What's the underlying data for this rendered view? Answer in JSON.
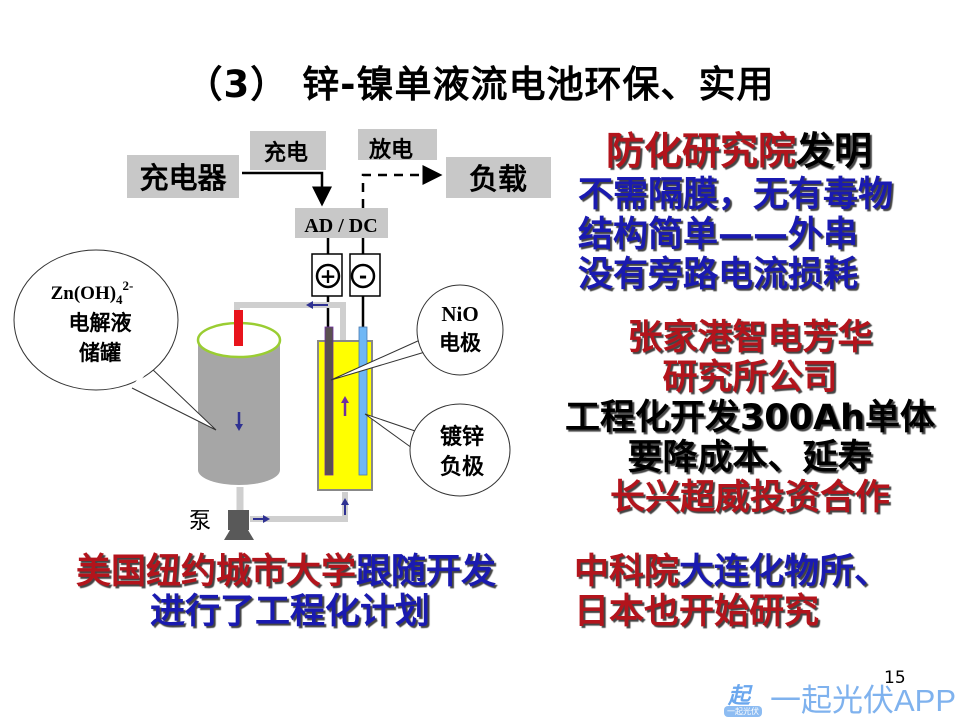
{
  "title": "（3） 锌-镍单液流电池环保、实用",
  "diagram": {
    "charger": "充电器",
    "charge": "充电",
    "discharge": "放电",
    "load": "负载",
    "converter": "AD / DC",
    "plus": "+",
    "minus": "-",
    "tank_callout": {
      "formula": "Zn(OH)",
      "sub": "4",
      "sup": "2-",
      "line2": "电解液",
      "line3": "储罐"
    },
    "nio_callout": {
      "line1": "NiO",
      "line2": "电极"
    },
    "zinc_callout": {
      "line1": "镀锌",
      "line2": "负极"
    },
    "pump": "泵"
  },
  "right": {
    "line1_red": "防化研究院",
    "line1_black": "发明",
    "line2": "不需隔膜，无有毒物",
    "line3": "结构简单——外串",
    "line4": "没有旁路电流损耗",
    "line5": "张家港智电芳华",
    "line6": "研究所公司",
    "line7": "工程化开发300Ah单体",
    "line8": "要降成本、延寿",
    "line9": "长兴超威投资合作"
  },
  "bottom_left": {
    "line1_red": "美国纽约城市大学",
    "line1_blue": "跟随开发",
    "line2": "进行了工程化计划"
  },
  "bottom_right": {
    "line1_red": "中科院",
    "line1_blue": "大连化物所、",
    "line2": "日本也开始研究"
  },
  "page_number": "15",
  "watermark": {
    "text": "一起光伏APP",
    "badge": "起",
    "badge_sub": "一起光伏"
  },
  "colors": {
    "red": "#b3141c",
    "blue": "#1a1ab0",
    "electrolyte": "#ffff00",
    "tank": "#a6a6a6"
  }
}
